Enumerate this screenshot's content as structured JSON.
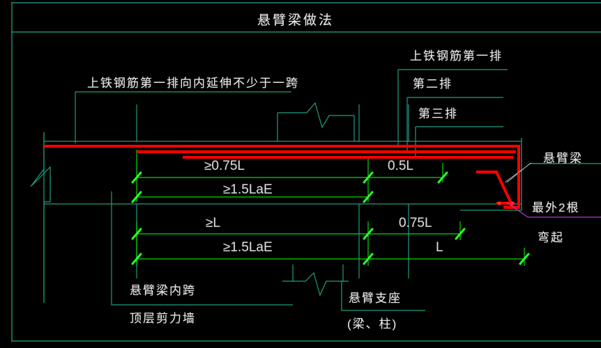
{
  "drawing": {
    "title": "悬臂梁做法",
    "background_color": "#000000",
    "colors": {
      "frame": "#22a98c",
      "construction": "#1f9e83",
      "rebar": "#ff0000",
      "dimension": "#00dd00",
      "leader_magenta": "#b03cc8",
      "text": "#e8e8e8"
    }
  },
  "annotations": {
    "top_left_note": "上铁钢筋第一排向内延伸不少于一跨",
    "row1": "上铁钢筋第一排",
    "row2": "第二排",
    "row3": "第三排",
    "cantilever_beam": "悬臂梁",
    "outermost_bars_1": "最外2根",
    "outermost_bars_2": "弯起",
    "bottom_left_1": "悬臂梁内跨",
    "bottom_left_2": "顶层剪力墙",
    "bottom_mid_1": "悬臂支座",
    "bottom_mid_2": "(梁、柱)"
  },
  "dimensions": {
    "d1": "≥0.75L",
    "d2": "≥1.5LaE",
    "d3": "0.5L",
    "d4": "≥L",
    "d5": "≥1.5LaE",
    "d6": "0.75L",
    "d7": "L"
  }
}
